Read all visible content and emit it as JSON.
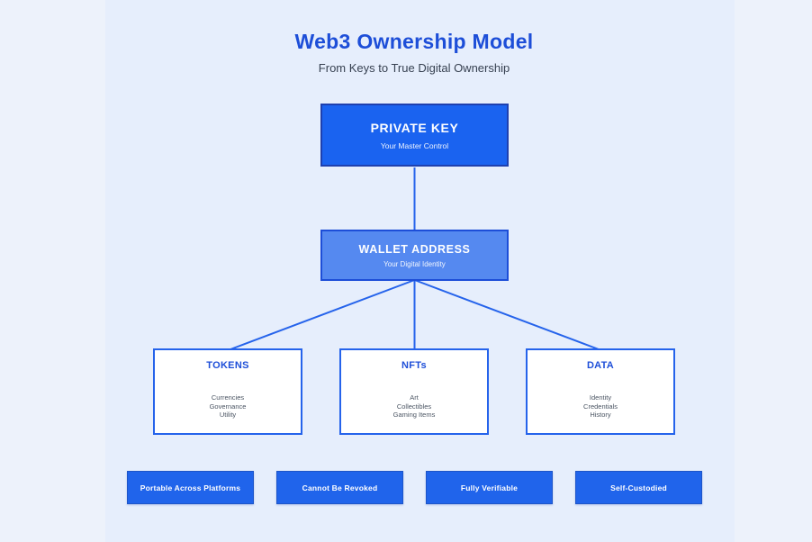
{
  "header": {
    "title": "Web3 Ownership Model",
    "subtitle": "From Keys to True Digital Ownership"
  },
  "nodes": {
    "private_key": {
      "title": "PRIVATE KEY",
      "subtitle": "Your Master Control"
    },
    "wallet_address": {
      "title": "WALLET ADDRESS",
      "subtitle": "Your Digital Identity"
    }
  },
  "categories": [
    {
      "title": "TOKENS",
      "items": [
        "Currencies",
        "Governance",
        "Utility"
      ]
    },
    {
      "title": "NFTs",
      "items": [
        "Art",
        "Collectibles",
        "Gaming Items"
      ]
    },
    {
      "title": "DATA",
      "items": [
        "Identity",
        "Credentials",
        "History"
      ]
    }
  ],
  "badges": [
    "Portable Across Platforms",
    "Cannot Be Revoked",
    "Fully Verifiable",
    "Self-Custodied"
  ],
  "colors": {
    "outer_background": "#edf2fb",
    "canvas_background": "#e6eefc",
    "heading_blue": "#1d4ed8",
    "subtitle_gray": "#374151",
    "private_key_fill": "#1a63f0",
    "private_key_border": "#1e40af",
    "wallet_fill": "#5589f0",
    "wallet_border": "#1d4ed8",
    "category_border": "#2563eb",
    "category_title": "#1d4ed8",
    "category_item_text": "#4b5563",
    "connector": "#2563eb",
    "badge_fill": "#2064eb",
    "badge_text": "#ffffff"
  }
}
